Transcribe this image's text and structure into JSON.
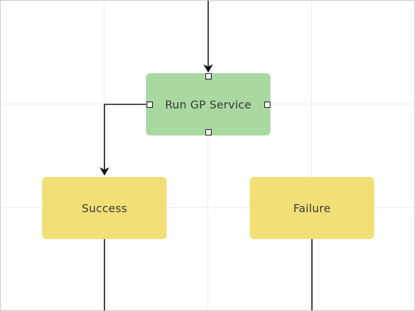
{
  "colors": {
    "canvas_background": "#ffffff",
    "grid_line": "#ececec",
    "node_active": "#a9d9a0",
    "node_outcome": "#f2e077",
    "connector": "#111111",
    "text": "#3a3a3a"
  },
  "diagram": {
    "nodes": {
      "run_gp_service": {
        "label": "Run GP Service",
        "selected": true
      },
      "success": {
        "label": "Success"
      },
      "failure": {
        "label": "Failure"
      }
    },
    "connectors": [
      {
        "from": "top-edge",
        "to": "run_gp_service"
      },
      {
        "from": "run_gp_service",
        "to": "success"
      },
      {
        "from": "success",
        "to": "bottom-edge"
      },
      {
        "from": "failure",
        "to": "bottom-edge"
      }
    ]
  }
}
